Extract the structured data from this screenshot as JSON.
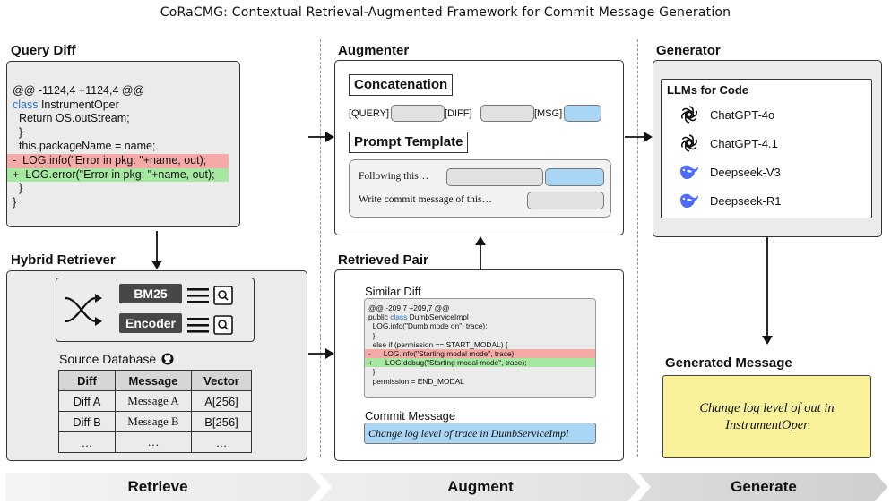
{
  "title": "CoRaCMG: Contextual Retrieval-Augmented Framework for Commit Message Generation",
  "query_diff": {
    "heading": "Query Diff",
    "lines": [
      {
        "text": "@@ -1124,4 +1124,4 @@",
        "type": "ctx"
      },
      {
        "kw": "class",
        "text": " InstrumentOper",
        "type": "ctx"
      },
      {
        "text": "  Return OS.outStream;",
        "type": "ctx"
      },
      {
        "text": "  }",
        "type": "ctx"
      },
      {
        "text": "  this.packageName = name;",
        "type": "ctx"
      },
      {
        "text": "-  LOG.info(\"Error in pkg: \"+name, out);",
        "type": "del"
      },
      {
        "text": "+  LOG.error(\"Error in pkg: \"+name, out);",
        "type": "add"
      },
      {
        "text": "  }",
        "type": "ctx"
      },
      {
        "text": "}",
        "type": "ctx"
      }
    ]
  },
  "hybrid_retriever": {
    "heading": "Hybrid Retriever",
    "bm25": "BM25",
    "encoder": "Encoder",
    "source_db": "Source Database",
    "columns": [
      "Diff",
      "Message",
      "Vector"
    ],
    "rows": [
      [
        "Diff A",
        "Message A",
        "A[256]"
      ],
      [
        "Diff B",
        "Message B",
        "B[256]"
      ],
      [
        "…",
        "…",
        "…"
      ]
    ]
  },
  "augmenter": {
    "heading": "Augmenter",
    "concat": "Concatenation",
    "query_tag": "[QUERY]",
    "diff_tag": "[DIFF]",
    "msg_tag": "[MSG]",
    "prompt_template": "Prompt Template",
    "following": "Following this…",
    "write_commit": "Write commit message of this…"
  },
  "retrieved_pair": {
    "heading": "Retrieved Pair",
    "similar_diff": "Similar Diff",
    "lines": [
      {
        "text": "@@ -209,7 +209,7 @@",
        "type": "ctx"
      },
      {
        "pre": "public ",
        "kw": "class",
        "text": " DumbServiceImpl",
        "type": "ctx"
      },
      {
        "text": "  LOG.info(\"Dumb mode on\", trace);",
        "type": "ctx"
      },
      {
        "text": "  }",
        "type": "ctx"
      },
      {
        "text": "  else if (permission == START_MODAL) {",
        "type": "ctx"
      },
      {
        "text": "-      LOG.info(\"Starting modal mode\", trace);",
        "type": "del"
      },
      {
        "text": "+      LOG.debug(\"Starting modal mode\", trace);",
        "type": "add"
      },
      {
        "text": "  }",
        "type": "ctx"
      },
      {
        "text": "  permission = END_MODAL",
        "type": "ctx"
      }
    ],
    "commit_message_label": "Commit Message",
    "commit_message": "Change log level of trace in DumbServiceImpl"
  },
  "generator": {
    "heading": "Generator",
    "llm_heading": "LLMs for Code",
    "models": [
      {
        "name": "ChatGPT-4o",
        "icon": "openai-icon"
      },
      {
        "name": "ChatGPT-4.1",
        "icon": "openai-icon"
      },
      {
        "name": "Deepseek-V3",
        "icon": "deepseek-icon"
      },
      {
        "name": "Deepseek-R1",
        "icon": "deepseek-icon"
      }
    ]
  },
  "generated": {
    "heading": "Generated Message",
    "message": "Change log level of out in InstrumentOper"
  },
  "stages": [
    "Retrieve",
    "Augment",
    "Generate"
  ],
  "colors": {
    "deleted": "#f5aaa8",
    "added": "#a6e8a2",
    "slot_blue": "#a9d6f5",
    "generated_bg": "#f9f29b",
    "keyword": "#2a6fc9"
  }
}
